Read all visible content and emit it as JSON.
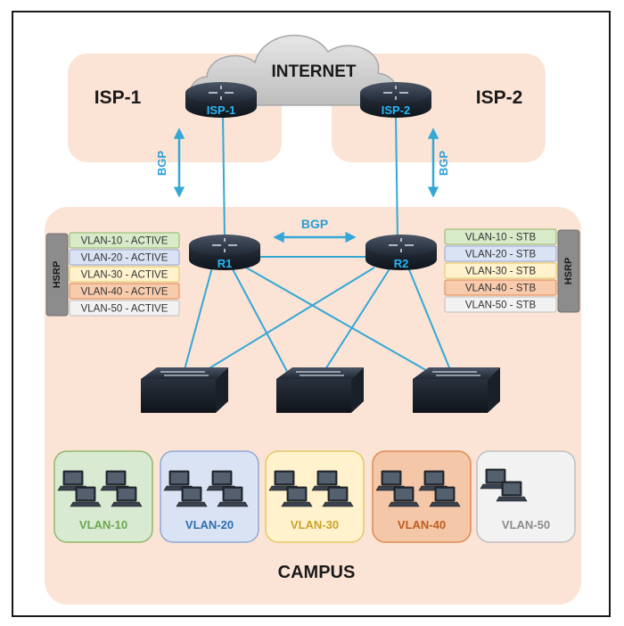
{
  "internet": {
    "label": "INTERNET"
  },
  "isp1": {
    "zone_label": "ISP-1",
    "router_label": "ISP-1"
  },
  "isp2": {
    "zone_label": "ISP-2",
    "router_label": "ISP-2"
  },
  "bgp": {
    "left": "BGP",
    "right": "BGP",
    "middle": "BGP"
  },
  "routers": {
    "r1": "R1",
    "r2": "R2"
  },
  "hsrp": {
    "left": "HSRP",
    "right": "HSRP"
  },
  "hsrp_left": [
    {
      "label": "VLAN-10 - ACTIVE",
      "fill": "#d8ebc9",
      "stroke": "#8fb46a"
    },
    {
      "label": "VLAN-20 - ACTIVE",
      "fill": "#dae3f3",
      "stroke": "#8fa9d6"
    },
    {
      "label": "VLAN-30 - ACTIVE",
      "fill": "#fff2cc",
      "stroke": "#e2c55b"
    },
    {
      "label": "VLAN-40 - ACTIVE",
      "fill": "#f8cbad",
      "stroke": "#de8a55"
    },
    {
      "label": "VLAN-50 - ACTIVE",
      "fill": "#f2f2f2",
      "stroke": "#bfbfbf"
    }
  ],
  "hsrp_right": [
    {
      "label": "VLAN-10 - STB",
      "fill": "#d8ebc9",
      "stroke": "#8fb46a"
    },
    {
      "label": "VLAN-20 - STB",
      "fill": "#dae3f3",
      "stroke": "#8fa9d6"
    },
    {
      "label": "VLAN-30 - STB",
      "fill": "#fff2cc",
      "stroke": "#e2c55b"
    },
    {
      "label": "VLAN-40 - STB",
      "fill": "#f8cbad",
      "stroke": "#de8a55"
    },
    {
      "label": "VLAN-50 - STB",
      "fill": "#f2f2f2",
      "stroke": "#bfbfbf"
    }
  ],
  "vlans": [
    {
      "label": "VLAN-10",
      "fill": "#d9ead3",
      "stroke": "#8db768",
      "text": "#6aa84f"
    },
    {
      "label": "VLAN-20",
      "fill": "#dae3f3",
      "stroke": "#8ea8d8",
      "text": "#2e6db4"
    },
    {
      "label": "VLAN-30",
      "fill": "#fff2cc",
      "stroke": "#e3c766",
      "text": "#c9a227"
    },
    {
      "label": "VLAN-40",
      "fill": "#f4c7a8",
      "stroke": "#dd8a55",
      "text": "#c05d1e"
    },
    {
      "label": "VLAN-50",
      "fill": "#f2f2f2",
      "stroke": "#bfbfbf",
      "text": "#8c8c8c"
    }
  ],
  "campus": {
    "label": "CAMPUS"
  },
  "colors": {
    "link": "#35a7d6",
    "zone_fill": "#fbe4d5",
    "router_label": "#29b6f6",
    "bgp_text": "#2a9fd6"
  }
}
